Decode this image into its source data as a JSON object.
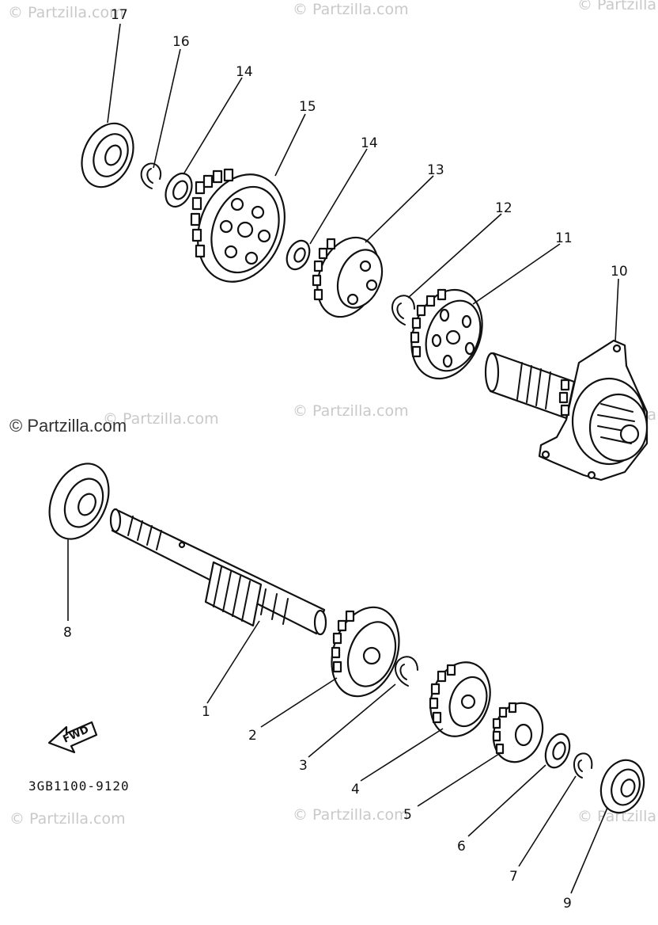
{
  "watermarks": {
    "main": "© Partzilla.com",
    "faint": "© Partzilla.com"
  },
  "diagram_code": "3GB1100-9120",
  "fwd_label": "FWD",
  "callouts": {
    "c1": "1",
    "c2": "2",
    "c3": "3",
    "c4": "4",
    "c5": "5",
    "c6": "6",
    "c7": "7",
    "c8": "8",
    "c9": "9",
    "c10": "10",
    "c11": "11",
    "c12": "12",
    "c13": "13",
    "c14a": "14",
    "c14b": "14",
    "c15": "15",
    "c16": "16",
    "c17": "17"
  }
}
